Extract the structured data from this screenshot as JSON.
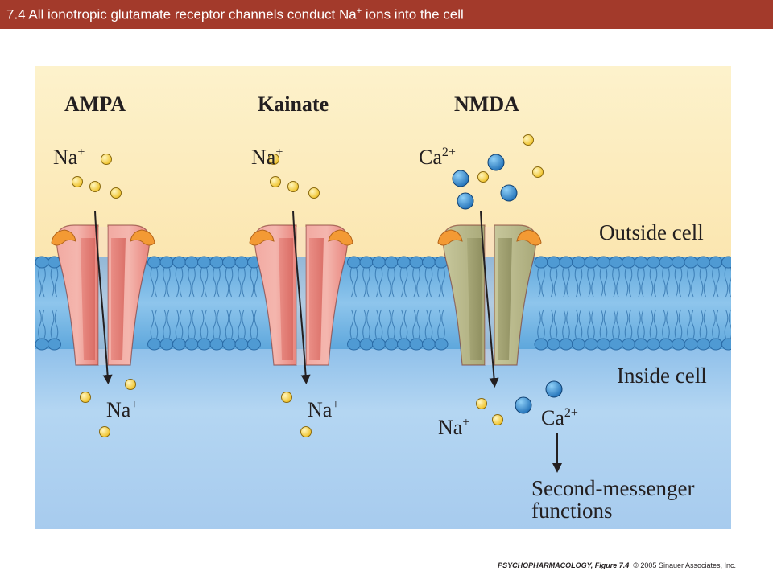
{
  "slide": {
    "title_prefix": "7.4  All ionotropic glutamate receptor channels conduct Na",
    "title_sup": "+",
    "title_suffix": " ions into the cell"
  },
  "diagram": {
    "receptors": [
      "AMPA",
      "Kainate",
      "NMDA"
    ],
    "ion_na": "Na",
    "ion_na_charge": "+",
    "ion_ca": "Ca",
    "ion_ca_charge": "2+",
    "outside_label": "Outside cell",
    "inside_label": "Inside cell",
    "second_messenger_line1": "Second-messenger",
    "second_messenger_line2": "functions"
  },
  "credit": {
    "source": "PSYCHOPHARMACOLOGY, Figure 7.4",
    "copyright": "© 2005 Sinauer Associates, Inc."
  },
  "colors": {
    "title_bar": "#a33a2b",
    "outside": "#fdf0c4",
    "inside": "#a9cdef",
    "membrane": "#4f9ad3",
    "ampa_kainate_channel": "#ec8c86",
    "nmda_channel": "#b8b88a",
    "na_ion": "#f3c934",
    "ca_ion": "#2f7fc2",
    "glutamate_site": "#f39a34"
  }
}
